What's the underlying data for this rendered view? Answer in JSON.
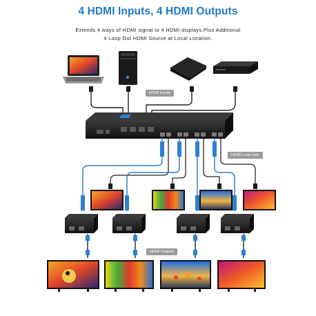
{
  "title": "4 HDMI Inputs, 4 HDMI Outputs",
  "subtitle_line1": "Extends 4 ways of HDMI signal to 4 HDMI displays.Plus Additional",
  "subtitle_line2": "4 Loop Out HDMI Source at Local Location.",
  "labels": {
    "hdmi_inputs": "HDMI Inputs",
    "hdmi_loop_outs": "HDMI Loop-outs",
    "hdmi_outputs": "HDMI Outputs"
  },
  "colors": {
    "title": "#1f78c8",
    "label_bg": "#9a9a9a",
    "device_body": "#1c1c1c",
    "cat_cable": "#2f7fd0",
    "hdmi_cable": "#222222"
  },
  "icons": [
    "laptop-icon",
    "pc-tower-icon",
    "media-box-icon",
    "bluray-player-icon",
    "matrix-extender-icon",
    "receiver-icon",
    "monitor-icon",
    "tv-icon"
  ]
}
